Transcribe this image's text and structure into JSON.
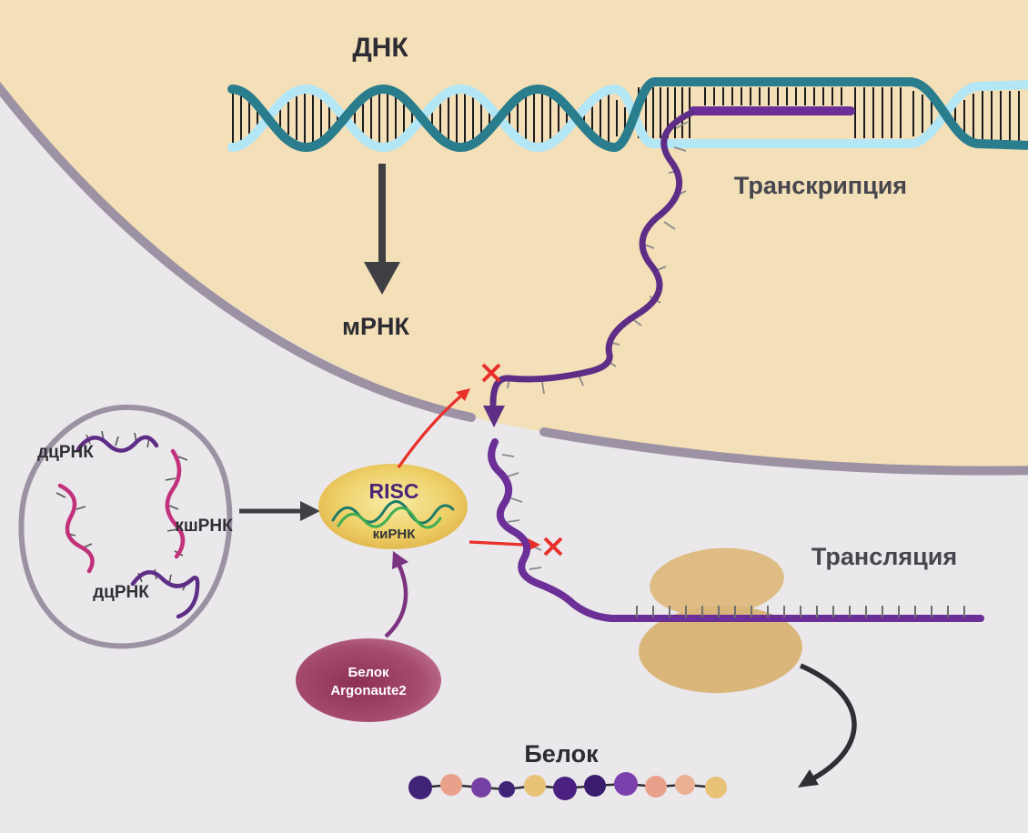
{
  "labels": {
    "dna": "ДНК",
    "transcription": "Транскрипция",
    "mrna": "мРНК",
    "dsrna_top": "дцРНК",
    "shrna": "кшРНК",
    "dsrna_bottom": "дцРНК",
    "risc": "RISC",
    "sirna": "киРНК",
    "argonaute_line1": "Белок",
    "argonaute_line2": "Argonaute2",
    "translation": "Трансляция",
    "protein": "Белок"
  },
  "colors": {
    "background": "#eae8eb",
    "nucleus_fill": "#f3dfb8",
    "membrane": "#9d92a3",
    "dna_teal": "#2a7d8c",
    "dna_light_blue": "#b3e7f6",
    "mrna_purple": "#6b2f97",
    "risc_gold": "#edcf66",
    "sirna_green": "#2f9e63",
    "argonaute_maroon": "#8d3055",
    "ribosome_tan": "#debc80",
    "arrow_dark": "#3f3f44",
    "arrow_red": "#e8302a",
    "rna_magenta": "#c2317c"
  }
}
